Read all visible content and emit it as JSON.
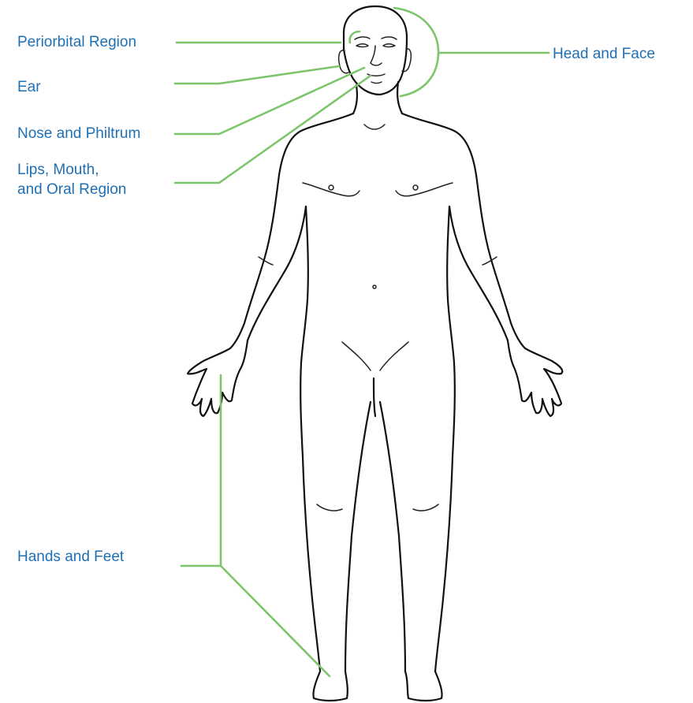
{
  "diagram": {
    "labels": {
      "periorbital": "Periorbital Region",
      "ear": "Ear",
      "nose": "Nose and Philtrum",
      "lips_line1": "Lips, Mouth,",
      "lips_line2": "and Oral Region",
      "head": "Head and Face",
      "hands_feet": "Hands and Feet"
    },
    "colors": {
      "label_text": "#1f6fb5",
      "leader_lines": "#7cc56a",
      "body_outline": "#111111",
      "background": "#ffffff"
    }
  }
}
